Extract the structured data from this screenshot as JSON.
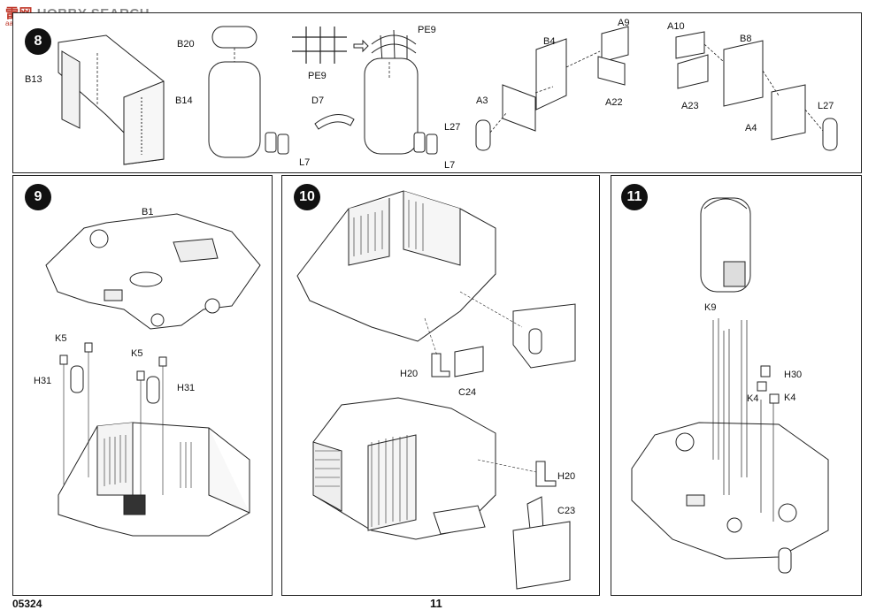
{
  "watermark": {
    "logo_cn": "雷",
    "logo_cn2": "网",
    "brand": "HOBBY SEARCH",
    "sub": "aaa.shu.com"
  },
  "footer": {
    "code": "05324",
    "page": "11"
  },
  "steps": [
    {
      "number": "8",
      "labels": {
        "B13": "B13",
        "B14": "B14",
        "B20": "B20",
        "PE9a": "PE9",
        "PE9b": "PE9",
        "D7": "D7",
        "L7a": "L7",
        "L7b": "L7",
        "B4": "B4",
        "A9": "A9",
        "A3": "A3",
        "A22": "A22",
        "L27a": "L27",
        "A10": "A10",
        "B8": "B8",
        "A23": "A23",
        "A4": "A4",
        "L27b": "L27"
      }
    },
    {
      "number": "9",
      "labels": {
        "B1": "B1",
        "K5a": "K5",
        "K5b": "K5",
        "H31a": "H31",
        "H31b": "H31"
      }
    },
    {
      "number": "10",
      "labels": {
        "H20a": "H20",
        "C24": "C24",
        "H20b": "H20",
        "C23": "C23"
      }
    },
    {
      "number": "11",
      "labels": {
        "K9": "K9",
        "H30": "H30",
        "K4a": "K4",
        "K4b": "K4"
      }
    }
  ]
}
